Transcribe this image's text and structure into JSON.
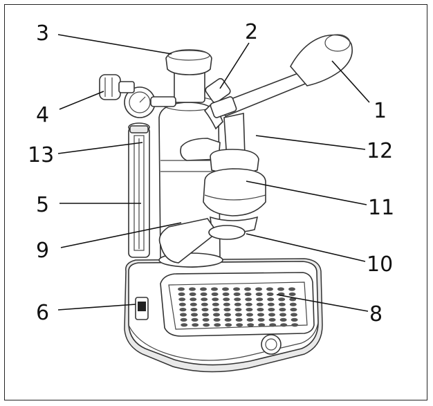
{
  "callouts": [
    {
      "id": "1",
      "text": "1"
    },
    {
      "id": "2",
      "text": "2"
    },
    {
      "id": "3",
      "text": "3"
    },
    {
      "id": "4",
      "text": "4"
    },
    {
      "id": "5",
      "text": "5"
    },
    {
      "id": "6",
      "text": "6"
    },
    {
      "id": "8",
      "text": "8"
    },
    {
      "id": "9",
      "text": "9"
    },
    {
      "id": "10",
      "text": "10"
    },
    {
      "id": "11",
      "text": "11"
    },
    {
      "id": "12",
      "text": "12"
    },
    {
      "id": "13",
      "text": "13"
    }
  ],
  "colors": {
    "ink": "#333333",
    "paper": "#ffffff",
    "shade": "#e9e9e9"
  }
}
